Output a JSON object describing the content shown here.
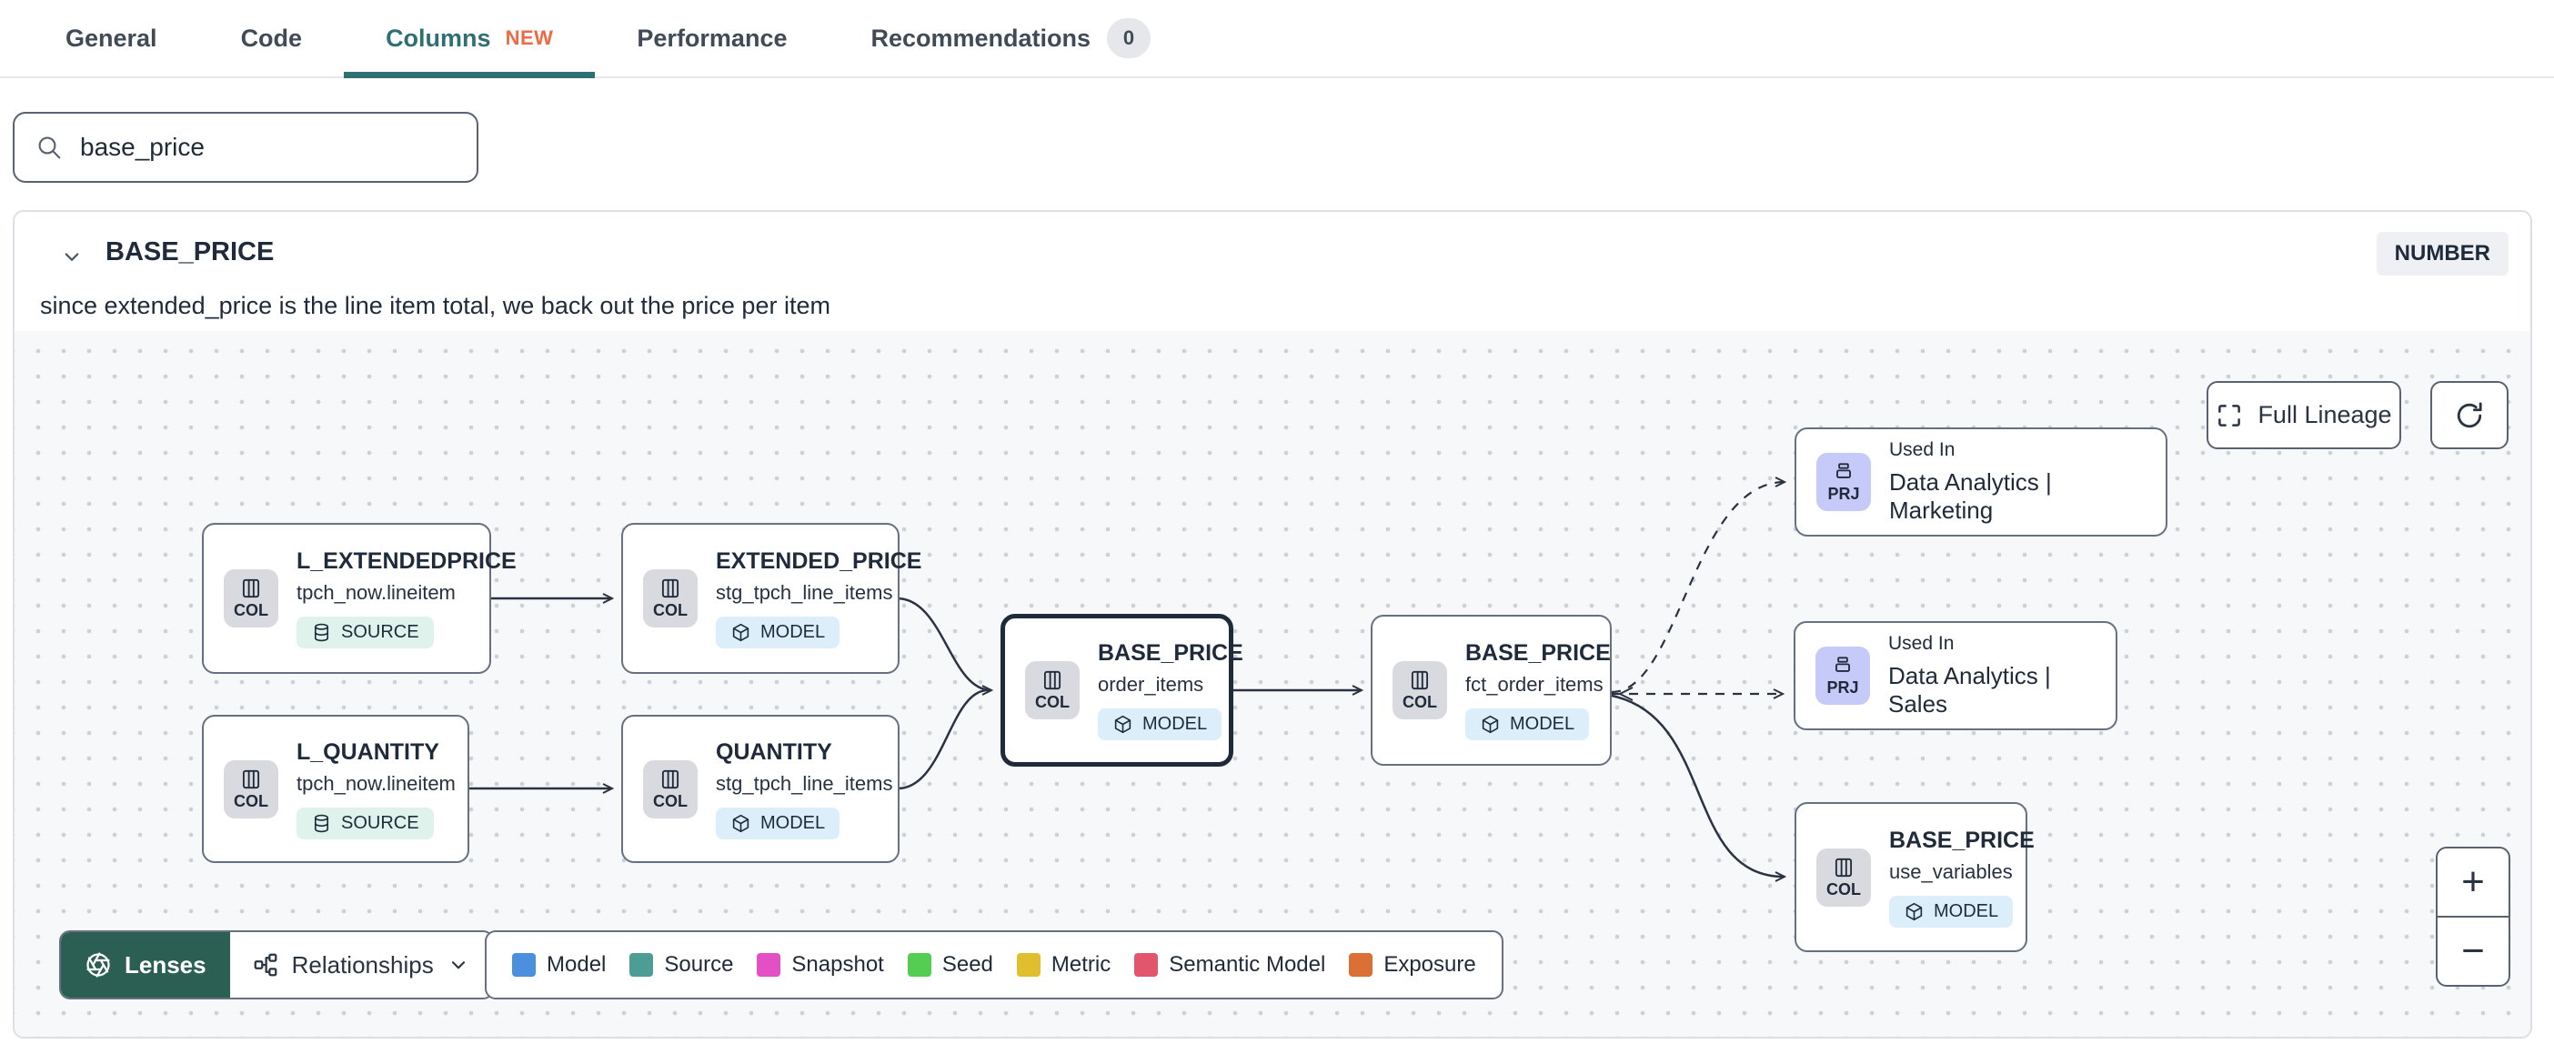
{
  "tabs": {
    "items": [
      {
        "label": "General"
      },
      {
        "label": "Code"
      },
      {
        "label": "Columns",
        "badge": "NEW"
      },
      {
        "label": "Performance"
      },
      {
        "label": "Recommendations",
        "count": "0"
      }
    ]
  },
  "search": {
    "value": "base_price"
  },
  "column": {
    "name": "BASE_PRICE",
    "type": "NUMBER",
    "description": "since extended_price is the line item total, we back out the price per item"
  },
  "lineage": {
    "full_lineage_label": "Full Lineage",
    "zoom_in": "+",
    "zoom_out": "−",
    "nodes": [
      {
        "title": "L_EXTENDEDPRICE",
        "subtitle": "tpch_now.lineitem",
        "chip": "COL",
        "badge": "SOURCE"
      },
      {
        "title": "EXTENDED_PRICE",
        "subtitle": "stg_tpch_line_items",
        "chip": "COL",
        "badge": "MODEL"
      },
      {
        "title": "L_QUANTITY",
        "subtitle": "tpch_now.lineitem",
        "chip": "COL",
        "badge": "SOURCE"
      },
      {
        "title": "QUANTITY",
        "subtitle": "stg_tpch_line_items",
        "chip": "COL",
        "badge": "MODEL"
      },
      {
        "title": "BASE_PRICE",
        "subtitle": "order_items",
        "chip": "COL",
        "badge": "MODEL",
        "selected": true
      },
      {
        "title": "BASE_PRICE",
        "subtitle": "fct_order_items",
        "chip": "COL",
        "badge": "MODEL"
      },
      {
        "label": "Used In",
        "title": "Data Analytics | Marketing",
        "chip": "PRJ"
      },
      {
        "label": "Used In",
        "title": "Data Analytics | Sales",
        "chip": "PRJ"
      },
      {
        "title": "BASE_PRICE",
        "subtitle": "use_variables",
        "chip": "COL",
        "badge": "MODEL"
      }
    ],
    "toolbar": {
      "lenses": "Lenses",
      "relationships": "Relationships"
    },
    "legend": [
      {
        "label": "Model",
        "color": "#4b8fdf"
      },
      {
        "label": "Source",
        "color": "#4d9d95"
      },
      {
        "label": "Snapshot",
        "color": "#e34fc5"
      },
      {
        "label": "Seed",
        "color": "#55cc52"
      },
      {
        "label": "Metric",
        "color": "#e0be2e"
      },
      {
        "label": "Semantic Model",
        "color": "#e2556c"
      },
      {
        "label": "Exposure",
        "color": "#db7036"
      }
    ],
    "colors": {
      "accent_teal": "#2e6f74",
      "new_badge": "#ed6a45",
      "lenses_bg": "#2b5f54",
      "source_badge_bg": "#dff2ec",
      "model_badge_bg": "#ddeefb",
      "prj_chip_bg": "#c6caf8",
      "col_chip_bg": "#d8dadf"
    }
  }
}
